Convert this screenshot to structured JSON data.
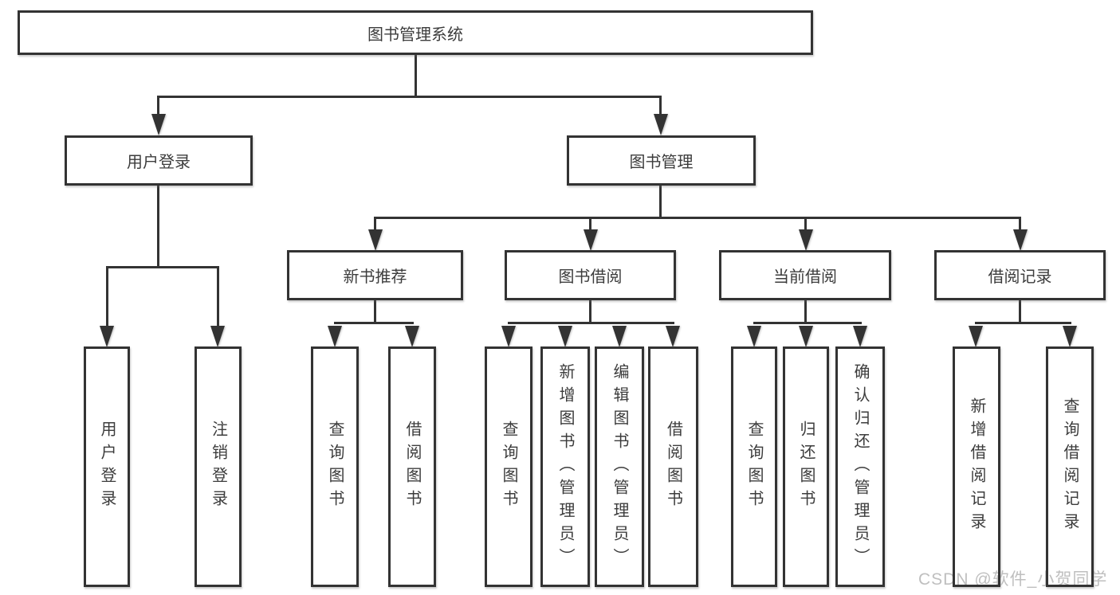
{
  "diagram": {
    "root": {
      "label": "图书管理系统"
    },
    "level2": [
      {
        "label": "用户登录"
      },
      {
        "label": "图书管理"
      }
    ],
    "level3": [
      {
        "label": "新书推荐"
      },
      {
        "label": "图书借阅"
      },
      {
        "label": "当前借阅"
      },
      {
        "label": "借阅记录"
      }
    ],
    "leaves": {
      "user_login": [
        {
          "label": "用户登录"
        },
        {
          "label": "注销登录"
        }
      ],
      "new_book": [
        {
          "label": "查询图书"
        },
        {
          "label": "借阅图书"
        }
      ],
      "book_borrow": [
        {
          "label": "查询图书"
        },
        {
          "label": "新增图书（管理员）"
        },
        {
          "label": "编辑图书（管理员）"
        },
        {
          "label": "借阅图书"
        }
      ],
      "current_borrow": [
        {
          "label": "查询图书"
        },
        {
          "label": "归还图书"
        },
        {
          "label": "确认归还（管理员）"
        }
      ],
      "borrow_record": [
        {
          "label": "新增借阅记录"
        },
        {
          "label": "查询借阅记录"
        }
      ]
    }
  },
  "watermark": {
    "text": "CSDN @软件_小贺同学"
  },
  "colors": {
    "line": "#333333",
    "text": "#3c3c3c",
    "background": "#ffffff",
    "watermark": "#bfbfbf"
  }
}
